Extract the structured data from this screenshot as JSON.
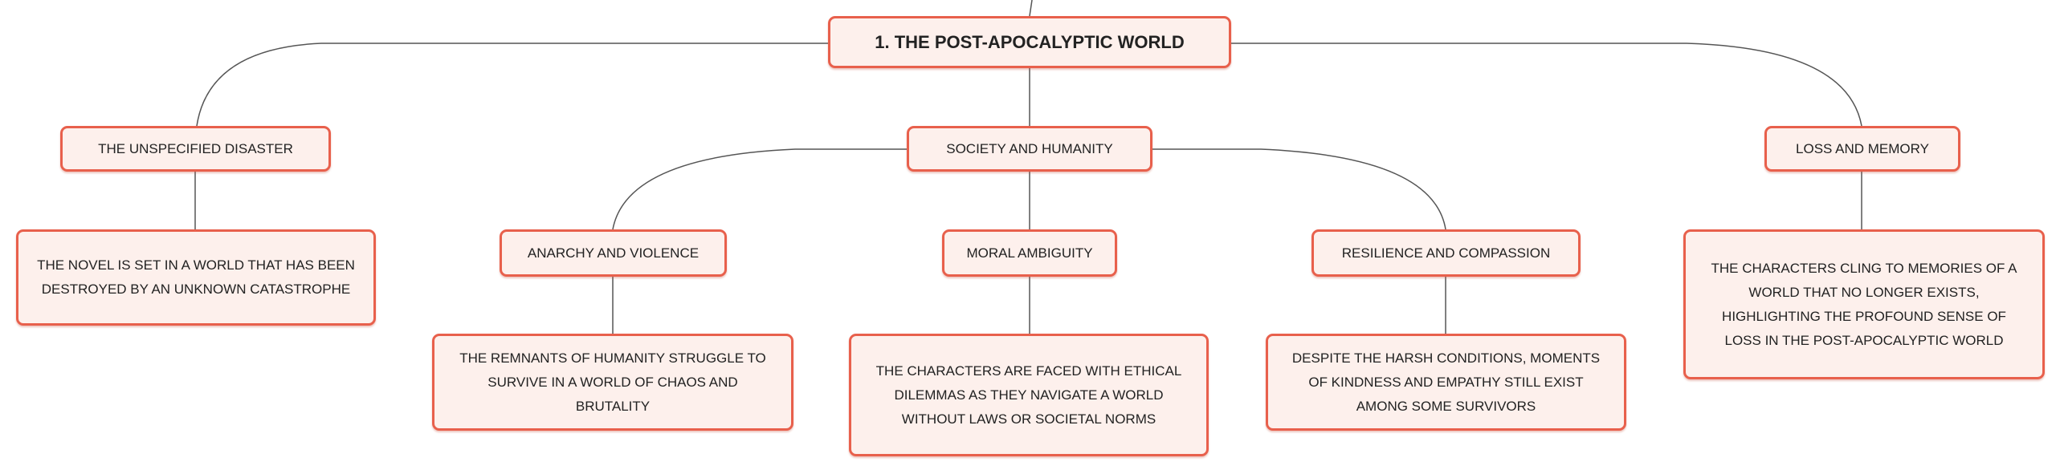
{
  "root": {
    "label": "1. THE POST-APOCALYPTIC WORLD"
  },
  "branches": [
    {
      "label": "THE UNSPECIFIED DISASTER",
      "detail": "THE NOVEL IS SET IN A WORLD THAT HAS BEEN DESTROYED BY AN UNKNOWN CATASTROPHE"
    },
    {
      "label": "SOCIETY AND HUMANITY",
      "children": [
        {
          "label": "ANARCHY AND VIOLENCE",
          "detail": "THE REMNANTS OF HUMANITY STRUGGLE TO SURVIVE IN A WORLD OF CHAOS AND BRUTALITY"
        },
        {
          "label": "MORAL AMBIGUITY",
          "detail": "THE CHARACTERS ARE FACED WITH ETHICAL DILEMMAS AS THEY NAVIGATE A WORLD WITHOUT LAWS OR SOCIETAL NORMS"
        },
        {
          "label": "RESILIENCE AND COMPASSION",
          "detail": "DESPITE THE HARSH CONDITIONS, MOMENTS OF KINDNESS AND EMPATHY STILL EXIST AMONG SOME SURVIVORS"
        }
      ]
    },
    {
      "label": "LOSS AND MEMORY",
      "detail": "THE CHARACTERS CLING TO MEMORIES OF A WORLD THAT NO LONGER EXISTS, HIGHLIGHTING THE PROFOUND SENSE OF LOSS IN THE POST-APOCALYPTIC WORLD"
    }
  ],
  "colors": {
    "border": "#e8604c",
    "fill": "#fdf0ec",
    "line": "#555555"
  }
}
